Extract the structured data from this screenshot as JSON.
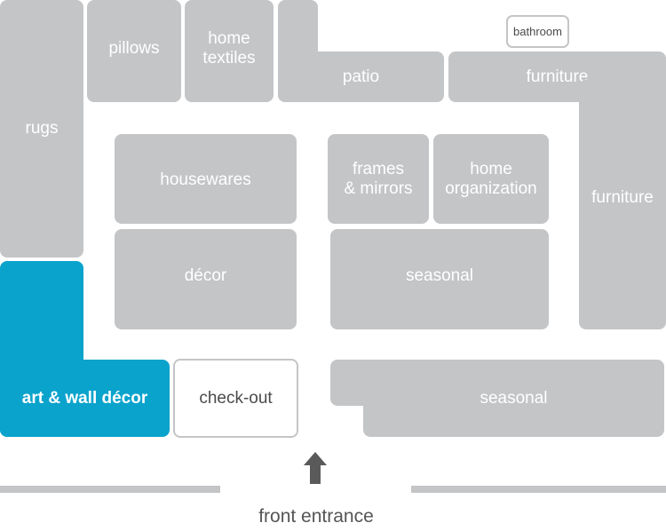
{
  "map": {
    "sections": {
      "rugs": "rugs",
      "pillows": "pillows",
      "home_textiles": "home\ntextiles",
      "patio": "patio",
      "bathroom": "bathroom",
      "furniture_top": "furniture",
      "furniture_right": "furniture",
      "housewares": "housewares",
      "frames_mirrors": "frames\n& mirrors",
      "home_organization": "home\norganization",
      "decor": "décor",
      "seasonal_center": "seasonal",
      "art_wall_decor": "art & wall décor",
      "check_out": "check-out",
      "seasonal_bottom": "seasonal"
    },
    "entrance_label": "front entrance",
    "colors": {
      "section": "#c4c5c7",
      "highlight": "#0aa3cc",
      "arrow": "#5a5a5a"
    }
  }
}
